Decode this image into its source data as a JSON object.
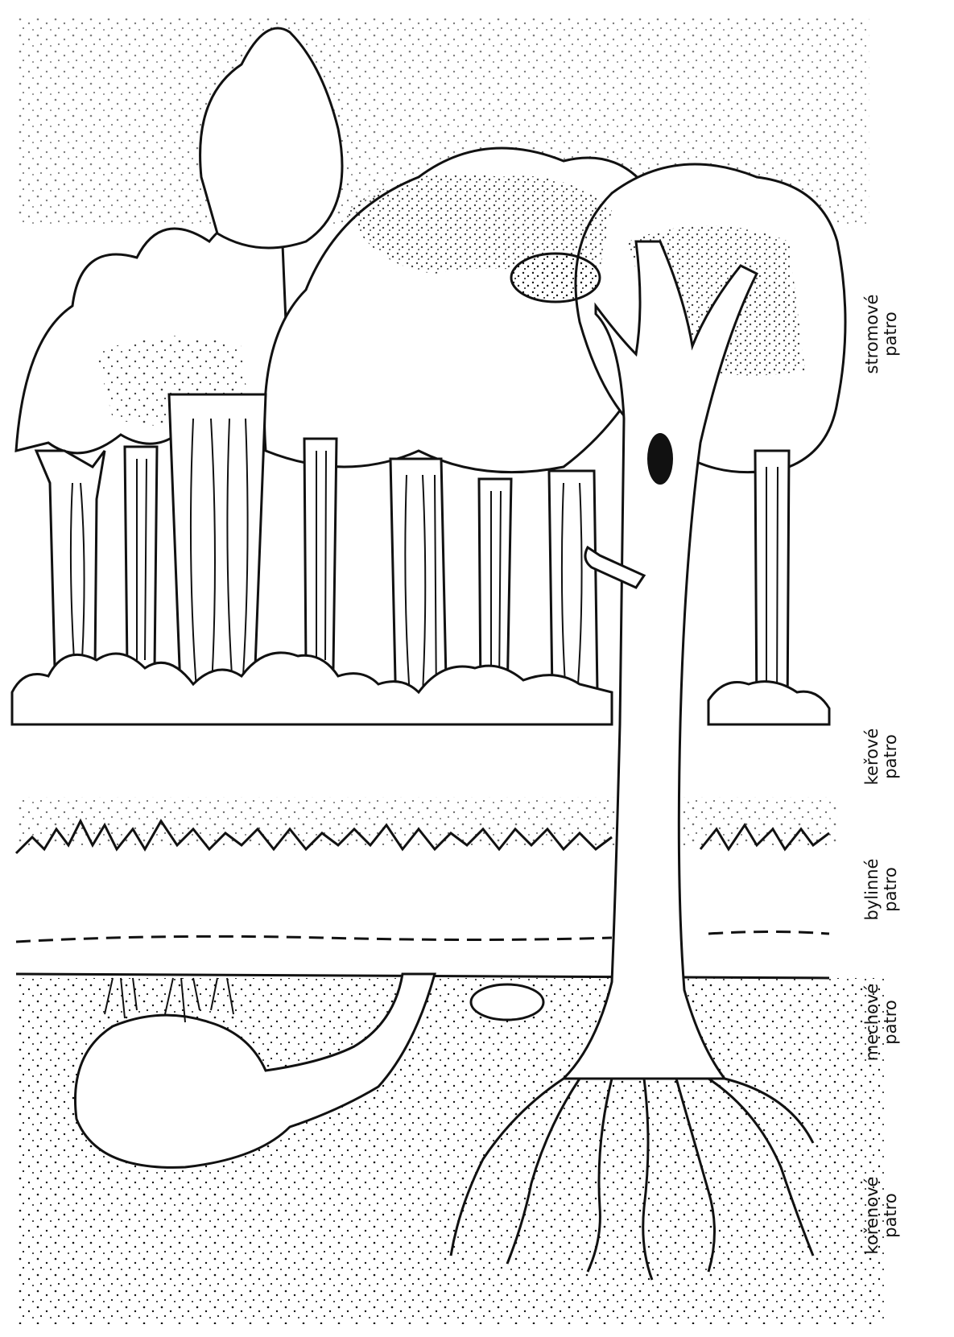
{
  "labels": {
    "tree_layer": {
      "line1": "stromové",
      "line2": "patro"
    },
    "shrub_layer": {
      "line1": "keřové",
      "line2": "patro"
    },
    "herb_layer": {
      "line1": "bylinné",
      "line2": "patro"
    },
    "moss_layer": {
      "line1": "mechové",
      "line2": "patro"
    },
    "root_layer": {
      "line1": "kořenové",
      "line2": "patro"
    }
  },
  "colors": {
    "ink": "#111111",
    "paper": "#ffffff"
  }
}
